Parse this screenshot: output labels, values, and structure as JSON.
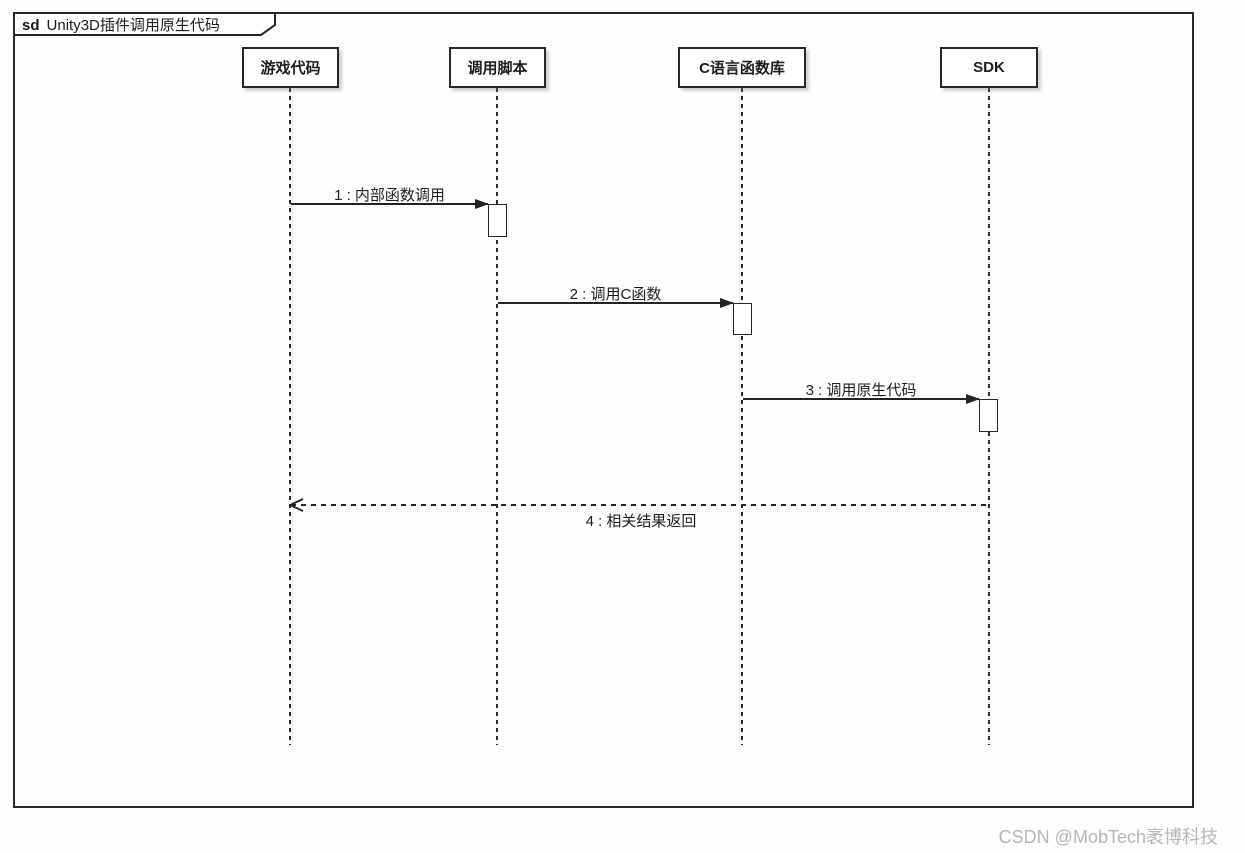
{
  "diagram": {
    "frame_keyword": "sd",
    "frame_title": "Unity3D插件调用原生代码",
    "type": "sequence-diagram"
  },
  "participants": [
    {
      "name": "游戏代码"
    },
    {
      "name": "调用脚本"
    },
    {
      "name": "C语言函数库"
    },
    {
      "name": "SDK"
    }
  ],
  "messages": [
    {
      "label": "1 : 内部函数调用",
      "from": "游戏代码",
      "to": "调用脚本",
      "type": "sync"
    },
    {
      "label": "2 : 调用C函数",
      "from": "调用脚本",
      "to": "C语言函数库",
      "type": "sync"
    },
    {
      "label": "3 : 调用原生代码",
      "from": "C语言函数库",
      "to": "SDK",
      "type": "sync"
    },
    {
      "label": "4 : 相关结果返回",
      "from": "SDK",
      "to": "游戏代码",
      "type": "return"
    }
  ],
  "watermark": "CSDN @MobTech袤博科技",
  "colors": {
    "line": "#272727",
    "background": "#fefefe",
    "watermark": "#b6b6b6"
  }
}
